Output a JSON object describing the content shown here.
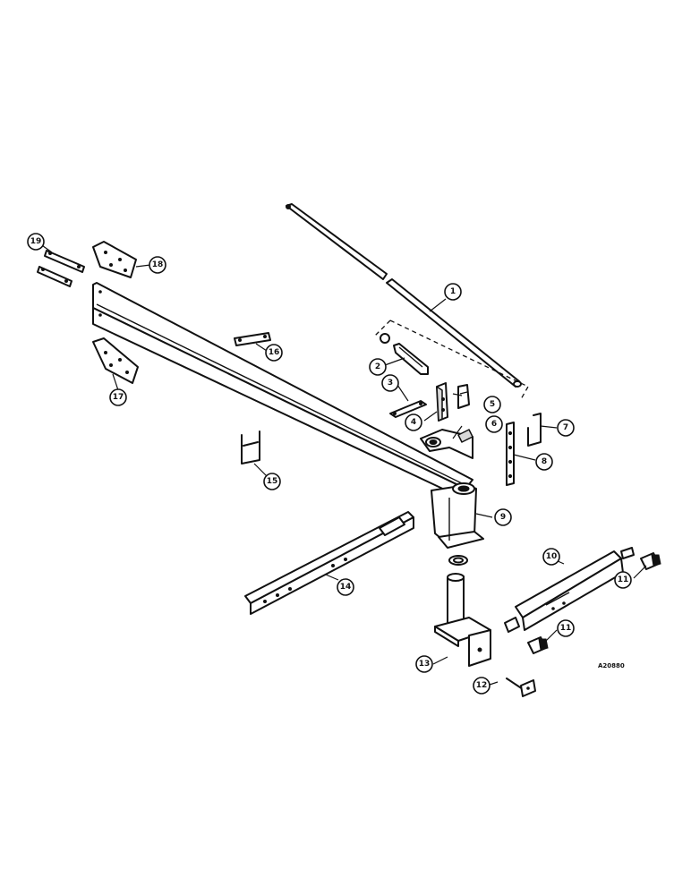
{
  "drawing_ref": "A20880",
  "callouts": [
    "1",
    "2",
    "3",
    "4",
    "5",
    "6",
    "7",
    "8",
    "9",
    "10",
    "11",
    "11",
    "12",
    "13",
    "14",
    "15",
    "16",
    "17",
    "18",
    "19"
  ]
}
